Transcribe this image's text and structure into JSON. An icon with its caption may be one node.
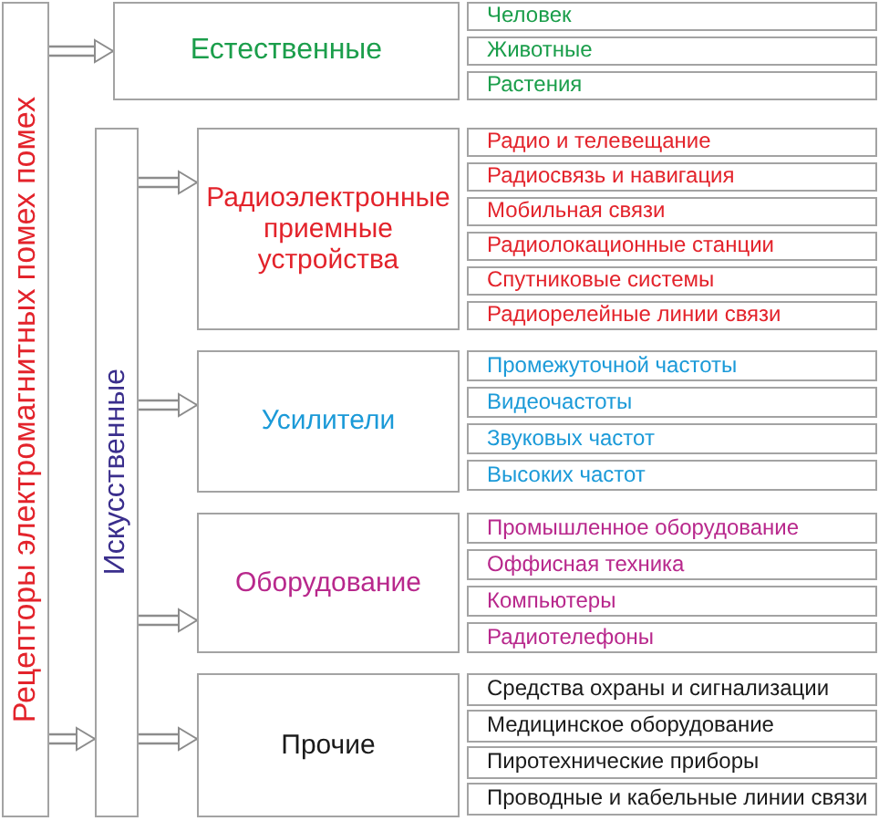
{
  "diagram": {
    "nodes": [
      {
        "text": [
          "Рецепторы электромагнитных помех помех"
        ]
      },
      {
        "text": [
          "Естественные"
        ]
      },
      {
        "text": [
          "Человек"
        ]
      },
      {
        "text": [
          "Животные"
        ]
      },
      {
        "text": [
          "Растения"
        ]
      },
      {
        "text": [
          "Искусственные"
        ]
      },
      {
        "text": [
          "Радиоэлектронные приемные устройства"
        ]
      },
      {
        "text": [
          "Радио и телевещание"
        ]
      },
      {
        "text": [
          "Радиосвязь и навигация"
        ]
      },
      {
        "text": [
          "Мобильная связи"
        ]
      },
      {
        "text": [
          "Радиолокационные станции"
        ]
      },
      {
        "text": [
          "Спутниковые системы"
        ]
      },
      {
        "text": [
          "Радиорелейные линии связи"
        ]
      },
      {
        "text": [
          "Усилители"
        ]
      },
      {
        "text": [
          "Промежуточной частоты"
        ]
      },
      {
        "text": [
          "Видеочастоты"
        ]
      },
      {
        "text": [
          "Звуковых частот"
        ]
      },
      {
        "text": [
          "Высоких частот"
        ]
      },
      {
        "text": [
          "Оборудование"
        ]
      },
      {
        "text": [
          "Промышленное оборудование"
        ]
      },
      {
        "text": [
          "Оффисная техника"
        ]
      },
      {
        "text": [
          "Компьютеры"
        ]
      },
      {
        "text": [
          "Радиотелефоны"
        ]
      },
      {
        "text": [
          "Прочие"
        ]
      },
      {
        "text": [
          "Средства охраны и сигнализации"
        ]
      },
      {
        "text": [
          "Медицинское оборудование"
        ]
      },
      {
        "text": [
          "Пиротехнические приборы"
        ]
      },
      {
        "text": [
          "Проводные и кабельные линии связи"
        ]
      }
    ],
    "edges": [
      {
        "from": 0,
        "to": 1,
        "arrow": "to"
      },
      {
        "from": 0,
        "to": 5,
        "arrow": "to"
      },
      {
        "from": 5,
        "to": 6,
        "arrow": "to"
      },
      {
        "from": 5,
        "to": 13,
        "arrow": "to"
      },
      {
        "from": 5,
        "to": 18,
        "arrow": "to"
      },
      {
        "from": 5,
        "to": 23,
        "arrow": "to"
      }
    ]
  }
}
